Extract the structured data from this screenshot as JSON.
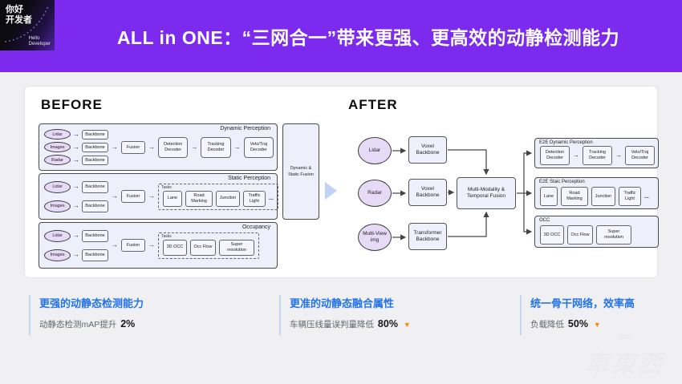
{
  "header": {
    "logo_cn_line1": "你好",
    "logo_cn_line2": "开发者",
    "logo_en_line1": "Hello",
    "logo_en_line2": "Developer",
    "title": "ALL in ONE：“三网合一”带来更强、更高效的动静检测能力"
  },
  "diagram": {
    "before": {
      "heading": "BEFORE",
      "dynamic": {
        "title": "Dynamic Perception",
        "inputs": [
          "Lidar",
          "Images",
          "Radar"
        ],
        "backbone": "Backbone",
        "fusion": "Fusion",
        "decoders": [
          "Detection Decoder",
          "Tracking Decoder",
          "Velo/Traj Decoder"
        ]
      },
      "static": {
        "title": "Static Perception",
        "inputs": [
          "Lidar",
          "Images"
        ],
        "backbone": "Backbone",
        "fusion": "Fusion",
        "tasks_label": "Tasks",
        "tasks": [
          "Lane",
          "Road Marking",
          "Junction",
          "Traffic Light"
        ],
        "more": "..."
      },
      "occupancy": {
        "title": "Occupancy",
        "inputs": [
          "Lidar",
          "Images"
        ],
        "backbone": "Backbone",
        "fusion": "Fusion",
        "tasks_label": "Tasks",
        "tasks": [
          "3D OCC",
          "Occ Flow",
          "Super resolution"
        ]
      },
      "side_fusion": "Dynamic & Static Fusion"
    },
    "after": {
      "heading": "AFTER",
      "inputs": [
        {
          "name": "Lidar",
          "backbone": "Voxel Backbone"
        },
        {
          "name": "Radar",
          "backbone": "Voxel Backbone"
        },
        {
          "name": "Multi-View img",
          "backbone": "Transformer Backbone"
        }
      ],
      "fusion": "Multi-Modality & Temporal Fusion",
      "outputs": [
        {
          "title": "E2E Dynamic Perception",
          "items": [
            "Detection Decoder",
            "Tracking Decoder",
            "Velo/Traj Decoder"
          ]
        },
        {
          "title": "E2E Staic Perception",
          "items": [
            "Lane",
            "Road Marking",
            "Junction",
            "Traffic Light"
          ],
          "more": "..."
        },
        {
          "title": "OCC",
          "items": [
            "3D OCC",
            "Occ Flow",
            "Super resolution"
          ]
        }
      ]
    }
  },
  "highlights": [
    {
      "title": "更强的动静态检测能力",
      "text": "动静态检测mAP提升",
      "value": "2%",
      "arrow": ""
    },
    {
      "title": "更准的动静态融合属性",
      "text": "车辆压线量误判量降低",
      "value": "80%",
      "arrow": "▼"
    },
    {
      "title": "统一骨干网络，效率高",
      "text": "负载降低",
      "value": "50%",
      "arrow": "▼"
    }
  ],
  "watermark": "車東西"
}
